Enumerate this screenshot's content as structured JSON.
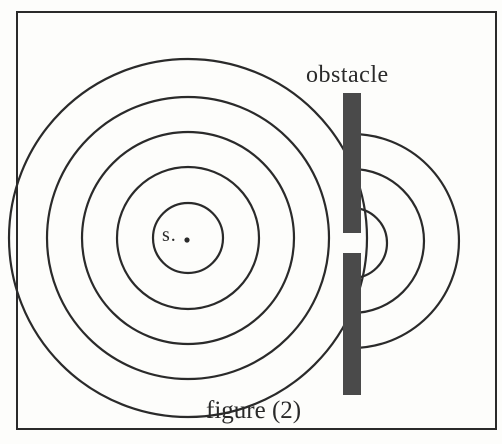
{
  "diagram": {
    "obstacle_label": "obstacle",
    "caption": "figure (2)",
    "source_label": "s.",
    "incident_wavefront_count": 5,
    "diffracted_wavefront_count": 3,
    "colors": {
      "ink": "#2a2a2a",
      "obstacle_fill": "#4a4a4a",
      "background": "#fdfdfb"
    }
  }
}
